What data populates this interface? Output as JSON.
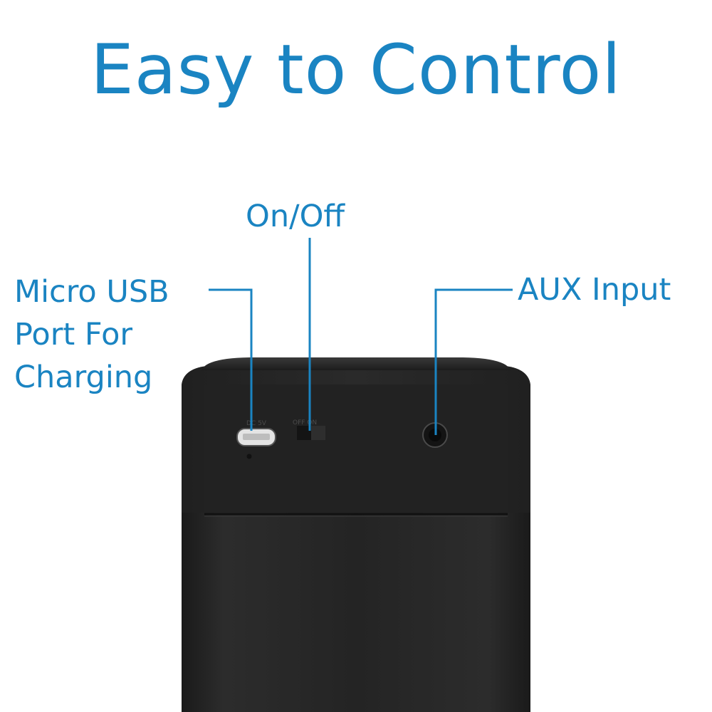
{
  "headline": "Easy to Control",
  "callouts": {
    "usb": [
      "Micro USB",
      "Port For",
      "Charging"
    ],
    "power": "On/Off",
    "aux": "AUX Input"
  },
  "panel_labels": {
    "usb": "DC 5V",
    "switch": "OFF ON"
  },
  "colors": {
    "accent": "#1a84c2",
    "device_body": "#262626",
    "background": "#ffffff"
  }
}
